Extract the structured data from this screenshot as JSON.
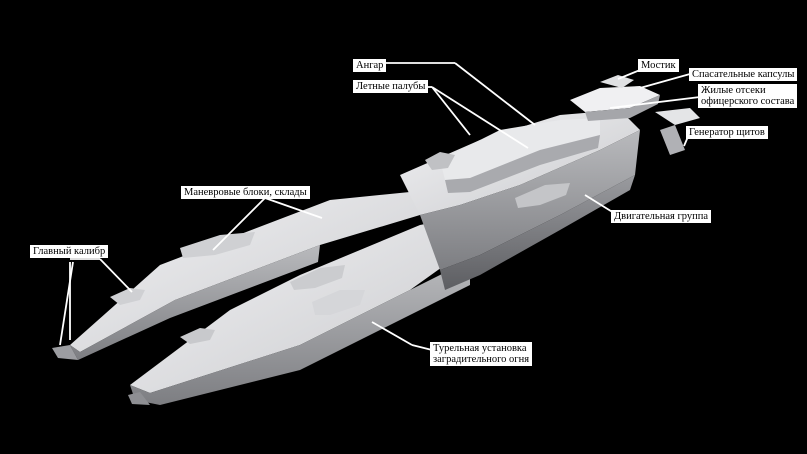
{
  "diagram": {
    "background": "#000000",
    "hull_color": "#dcdde0",
    "label_bg": "#ffffff",
    "labels": {
      "hangar": "Ангар",
      "bridge": "Мостик",
      "flight_decks": "Летные палубы",
      "escape_pods": "Спасательные капсулы",
      "officer_quarters_line1": "Жилые отсеки",
      "officer_quarters_line2": "офицерского состава",
      "shield_generator": "Генератор щитов",
      "maneuver_blocks": "Маневровые блоки, склады",
      "engine_group": "Двигательная группа",
      "main_battery": "Главный калибр",
      "turret_line1": "Турельная установка",
      "turret_line2": "заградительного огня"
    }
  }
}
